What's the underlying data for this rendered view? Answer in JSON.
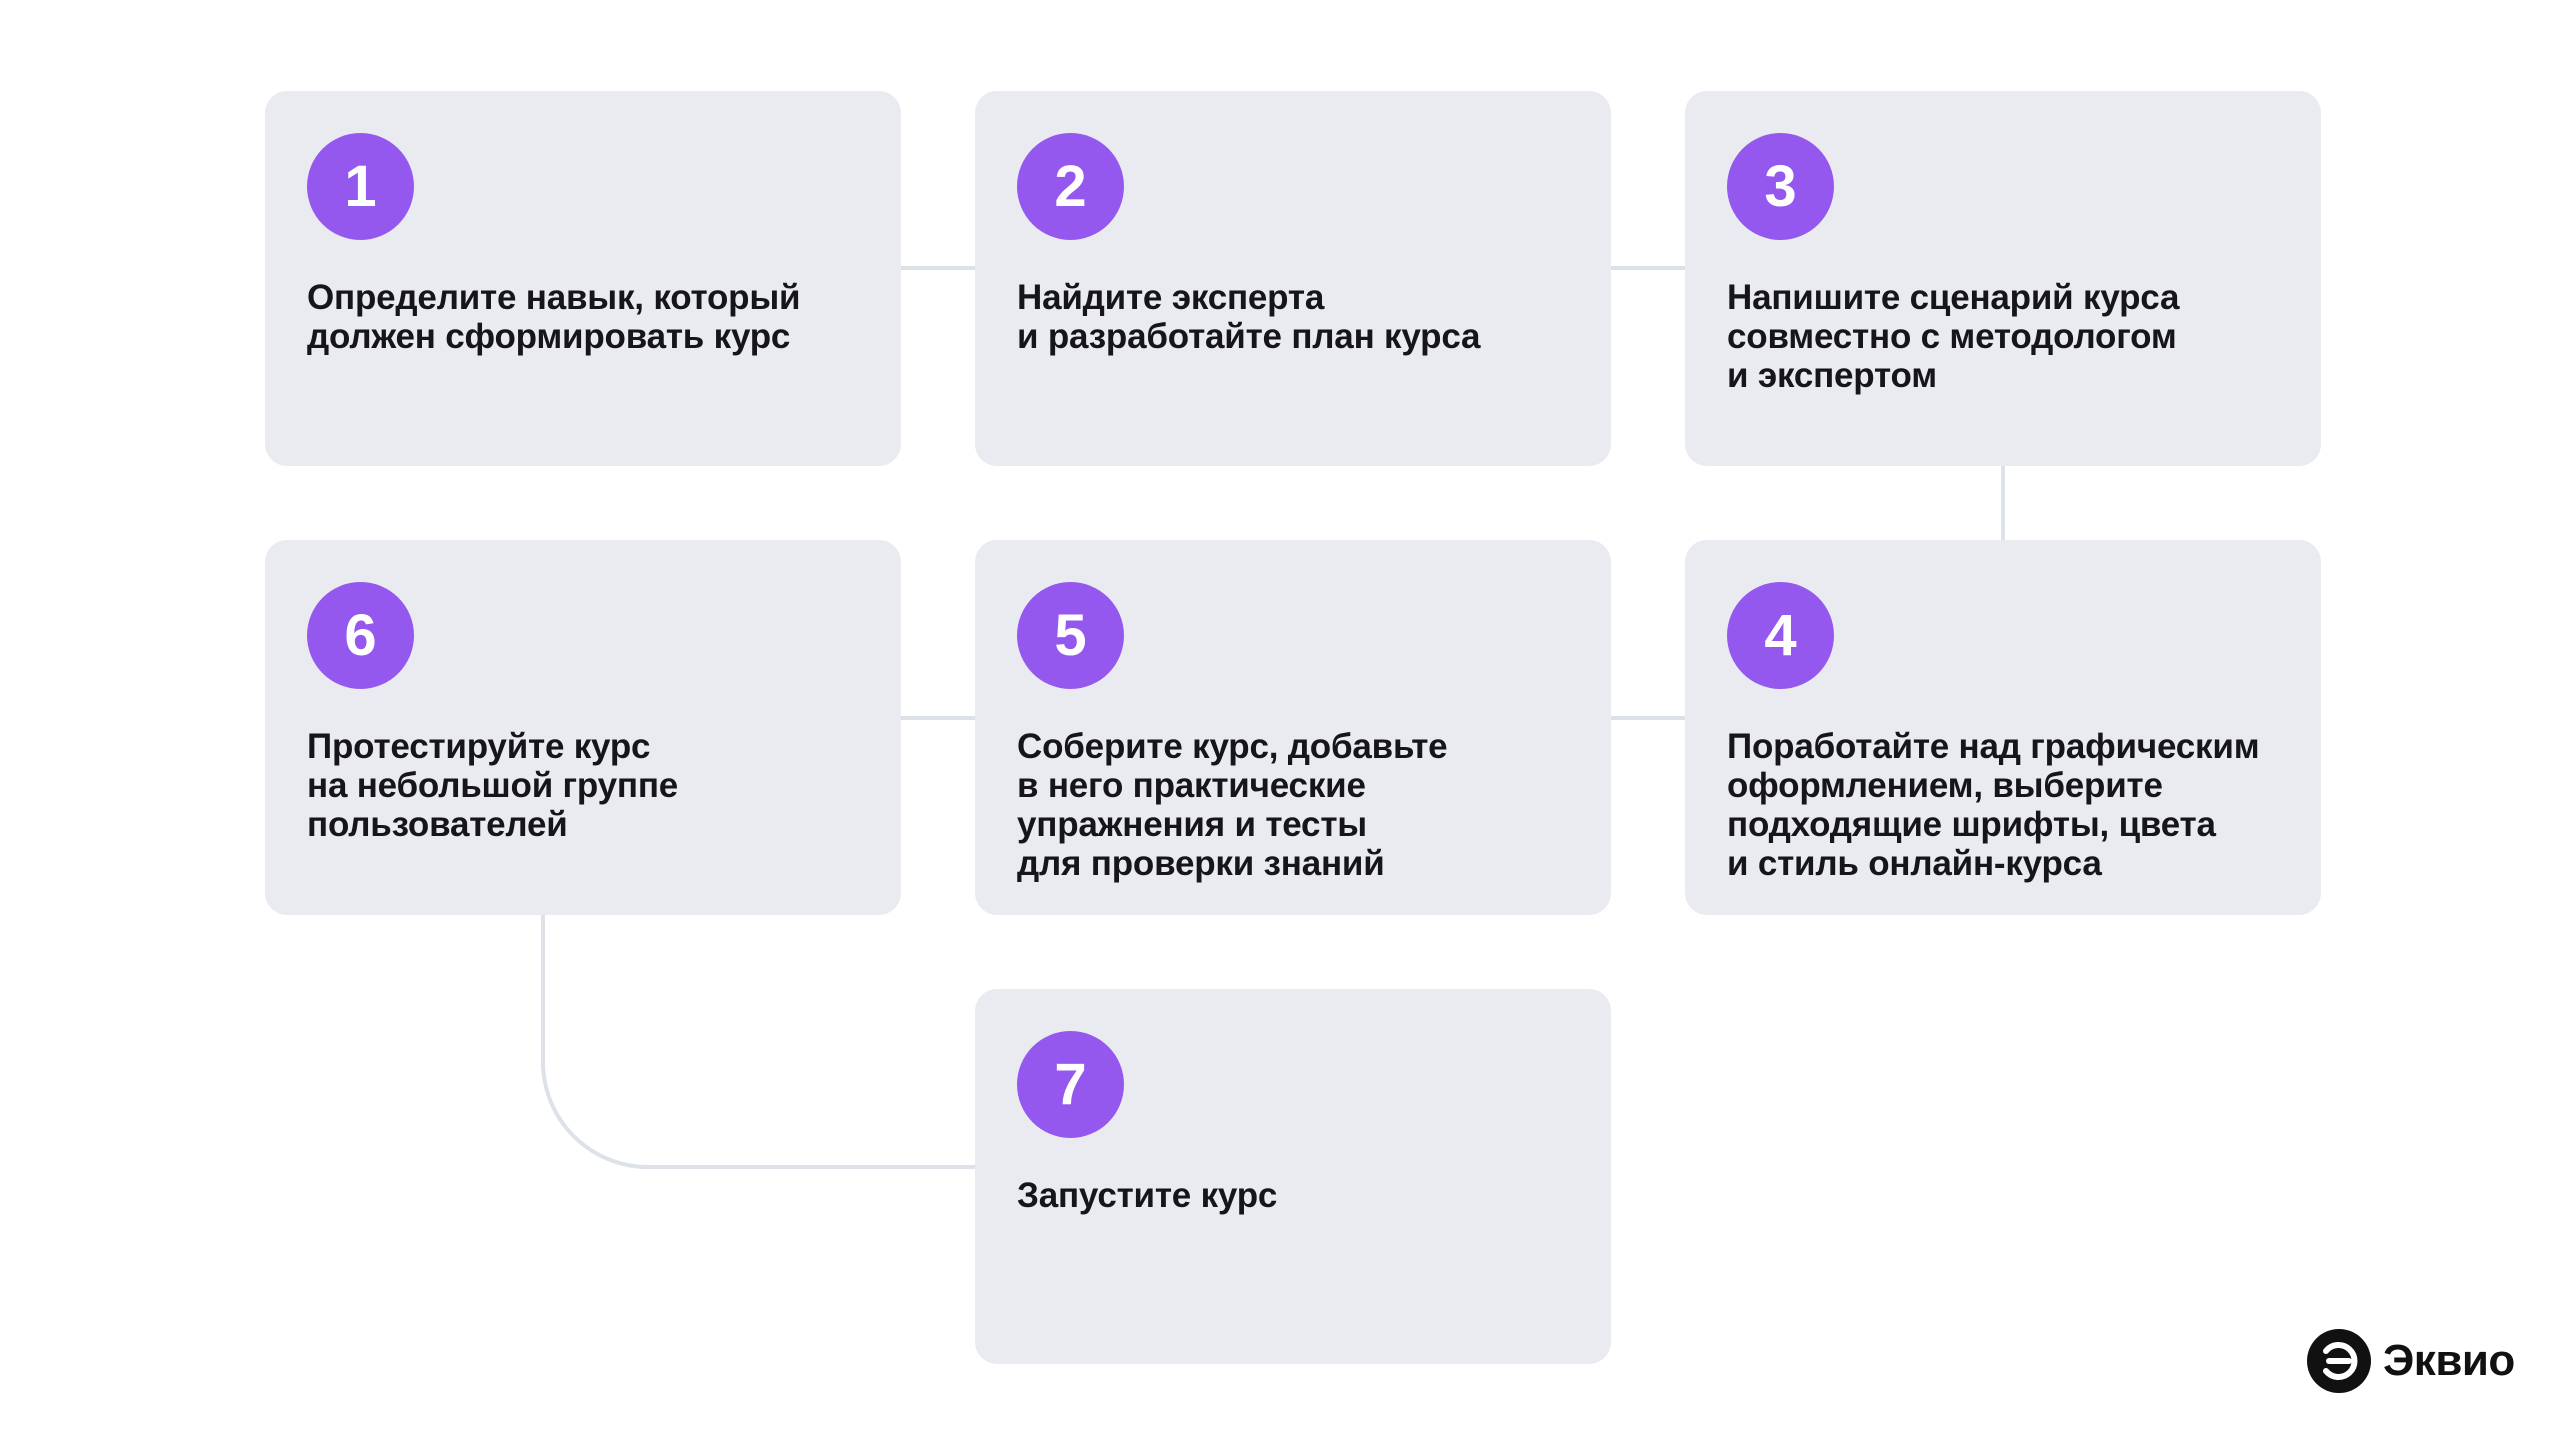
{
  "steps": [
    {
      "number": "1",
      "text": "Определите навык, который\nдолжен сформировать курс"
    },
    {
      "number": "2",
      "text": "Найдите эксперта\nи разработайте план курса"
    },
    {
      "number": "3",
      "text": "Напишите сценарий курса\nсовместно с методологом\nи экспертом"
    },
    {
      "number": "4",
      "text": "Поработайте над графическим\nоформлением, выберите\nподходящие шрифты, цвета\nи стиль онлайн-курса"
    },
    {
      "number": "5",
      "text": "Соберите курс, добавьте\nв него практические\nупражнения и тесты\nдля проверки знаний"
    },
    {
      "number": "6",
      "text": "Протестируйте курс\nна небольшой группе\nпользователей"
    },
    {
      "number": "7",
      "text": "Запустите курс"
    }
  ],
  "logo": {
    "icon": "ekvio-logo-icon",
    "name": "Эквио"
  },
  "colors": {
    "badge": "#9558ee",
    "card": "#e9ebf0",
    "connector": "#dde1e8",
    "text": "#15151a"
  }
}
